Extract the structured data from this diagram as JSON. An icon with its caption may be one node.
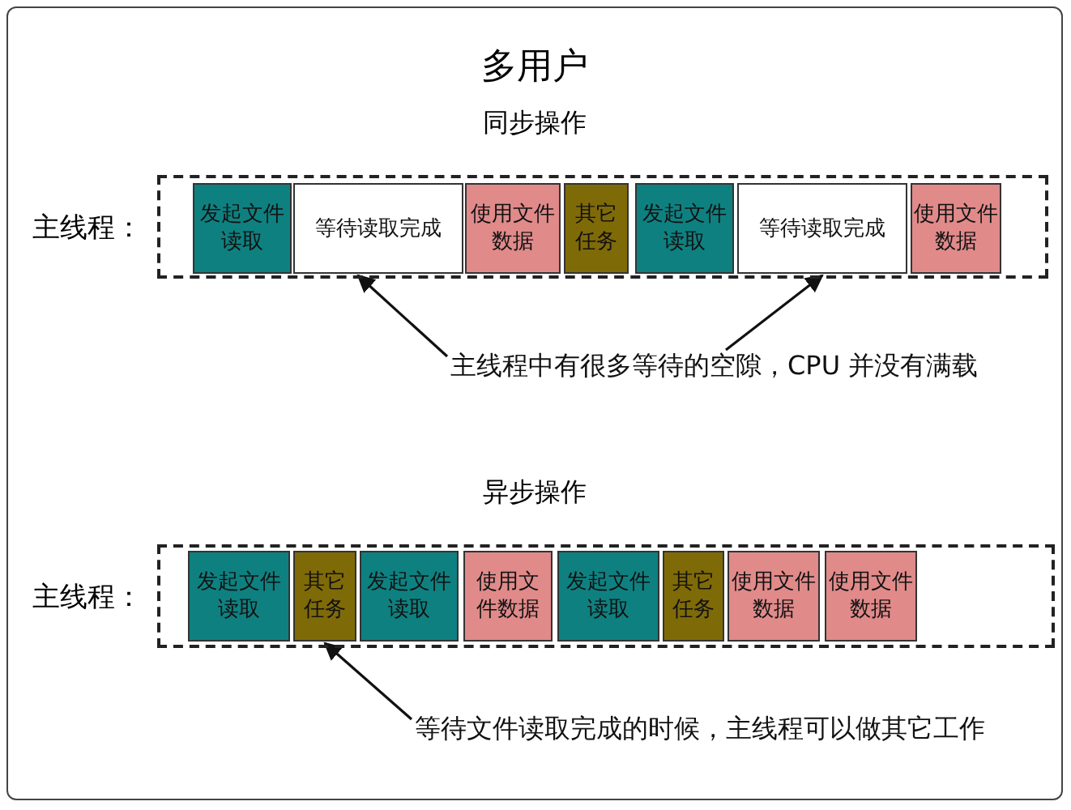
{
  "diagram": {
    "title": "多用户",
    "nodes": [
      {
        "text": [],
        "shape": "box",
        "beside": [
          "主线程："
        ]
      },
      {
        "text": [
          "发起文件读取"
        ],
        "in": 0
      },
      {
        "text": [
          "等待读取完成"
        ],
        "in": 0
      },
      {
        "text": [
          "使用文件数据"
        ],
        "in": 0
      },
      {
        "text": [
          "其它任务"
        ],
        "in": 0
      },
      {
        "text": [
          "发起文件读取"
        ],
        "in": 0
      },
      {
        "text": [
          "等待读取完成"
        ],
        "in": 0
      },
      {
        "text": [
          "使用文件数据"
        ],
        "in": 0
      },
      {
        "text": [
          "主线程中有很多等待的空隙，CPU 并没有满载"
        ]
      },
      {
        "text": [],
        "shape": "box",
        "beside": [
          "主线程："
        ]
      },
      {
        "text": [
          "发起文件读取"
        ],
        "in": 9
      },
      {
        "text": [
          "其它任务"
        ],
        "in": 9
      },
      {
        "text": [
          "发起文件读取"
        ],
        "in": 9
      },
      {
        "text": [
          "使用文件数据"
        ],
        "in": 9
      },
      {
        "text": [
          "发起文件读取"
        ],
        "in": 9
      },
      {
        "text": [
          "其它任务"
        ],
        "in": 9
      },
      {
        "text": [
          "使用文件数据"
        ],
        "in": 9
      },
      {
        "text": [
          "使用文件数据"
        ],
        "in": 9
      },
      {
        "text": [
          "等待文件读取完成的时候，主线程可以做其它工作"
        ]
      }
    ],
    "edges": [
      {
        "from": 8,
        "to": 2,
        "arrow": "to"
      },
      {
        "from": 8,
        "to": 6,
        "arrow": "to"
      },
      {
        "from": 18,
        "to": 11,
        "arrow": "to"
      }
    ],
    "labels": [
      "同步操作",
      "异步操作"
    ]
  }
}
